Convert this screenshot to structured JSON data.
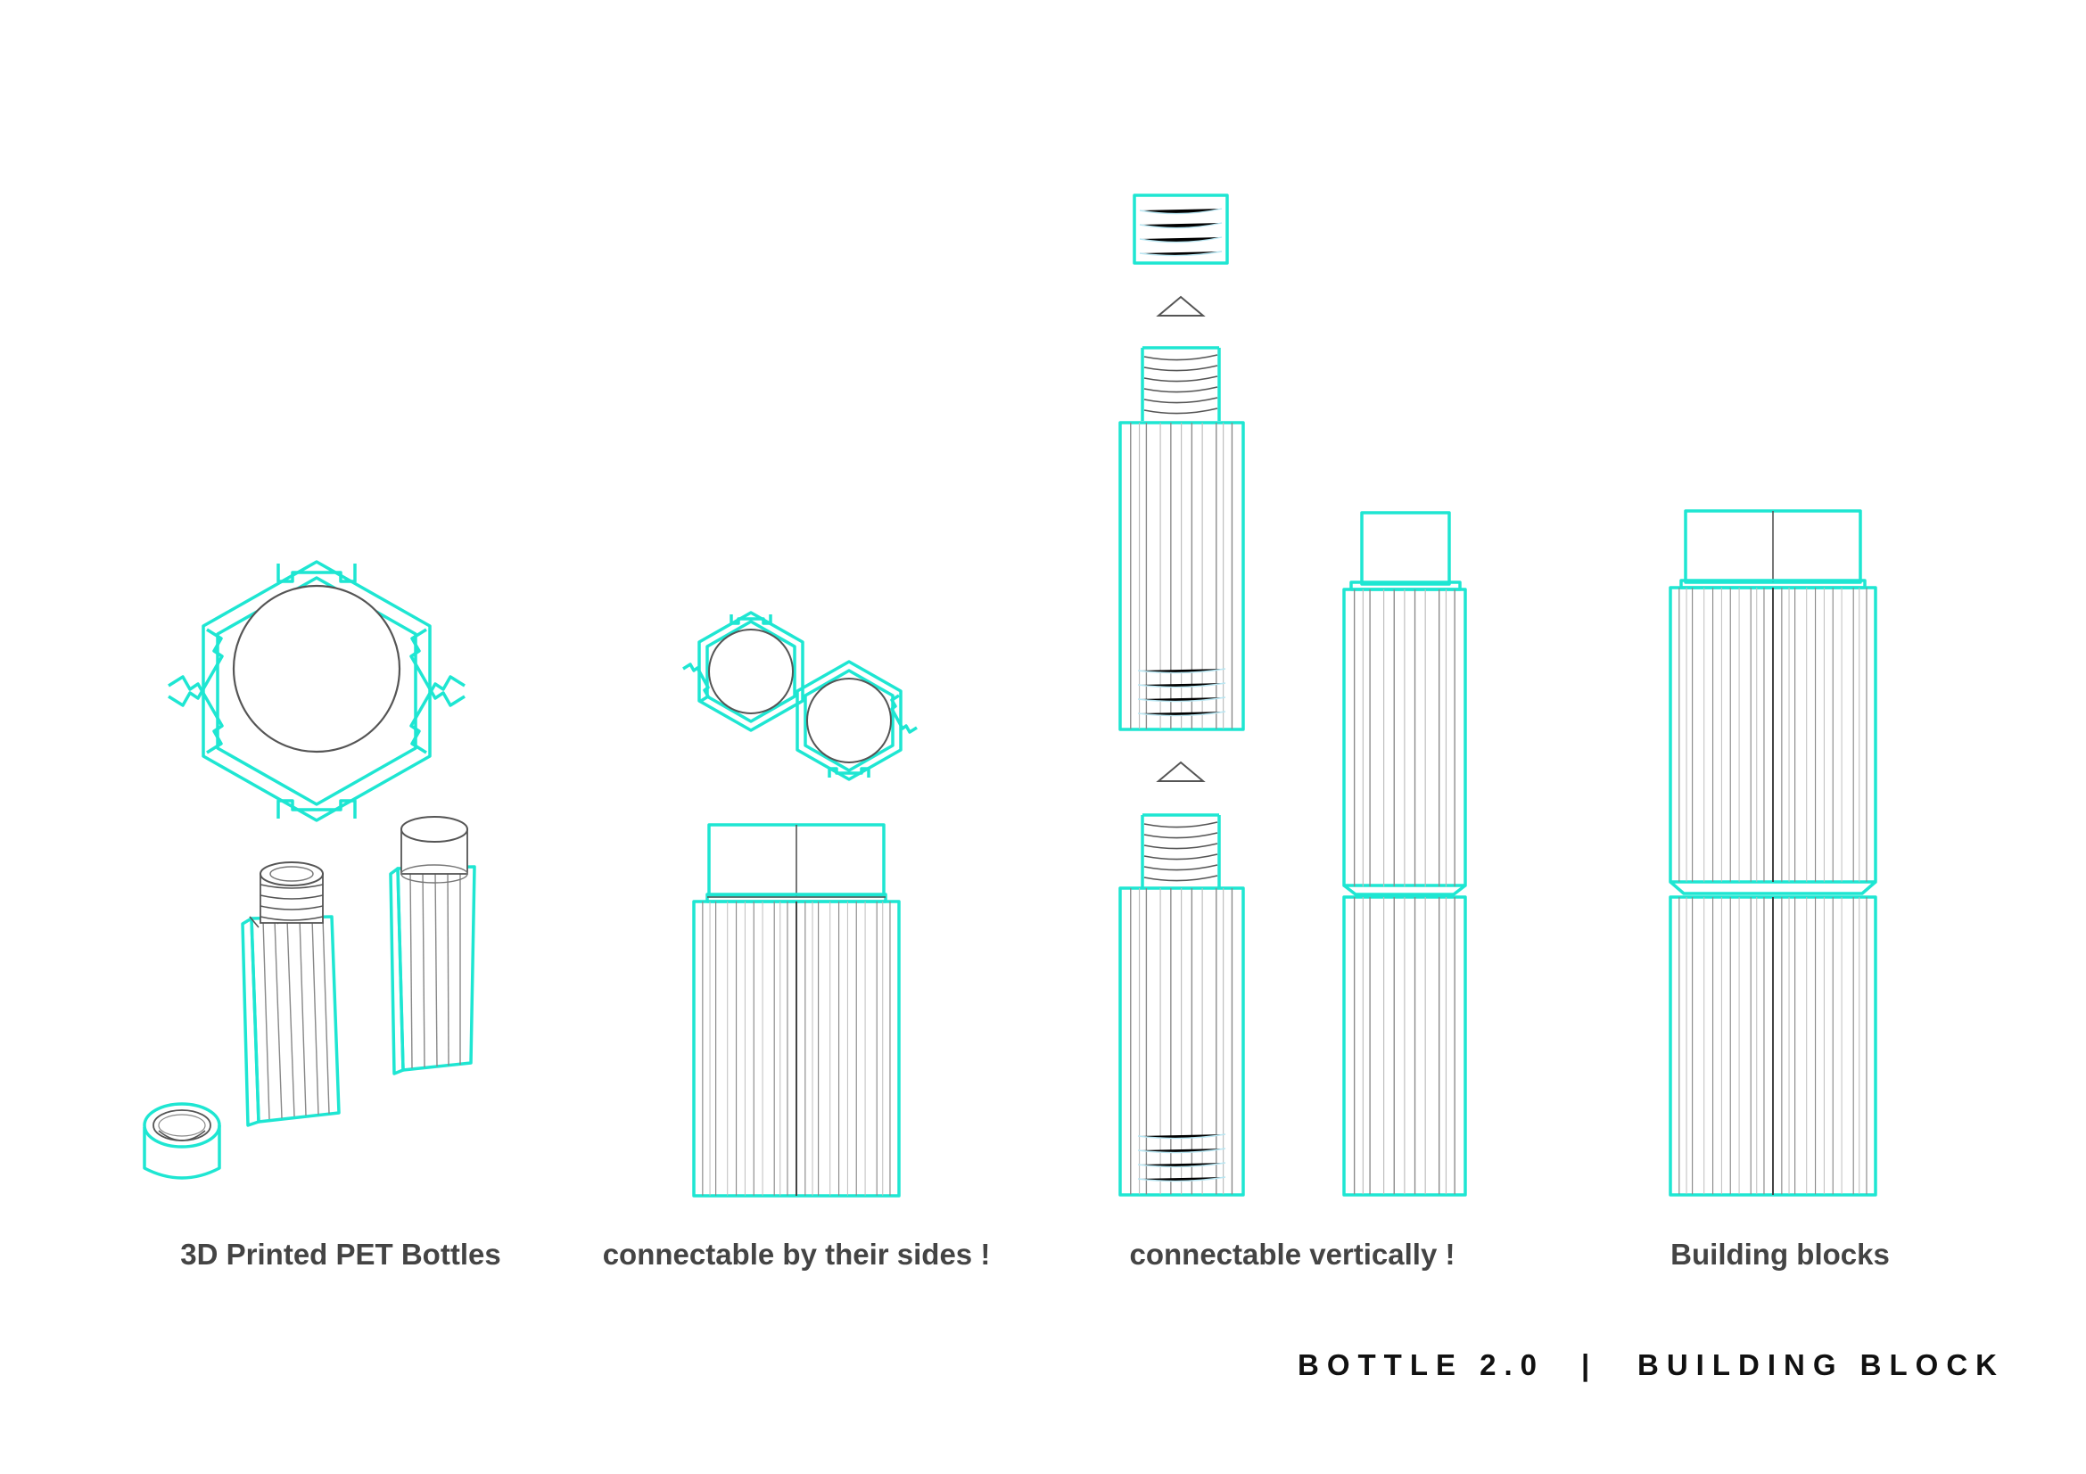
{
  "colors": {
    "accent": "#1ee6d2",
    "line": "#555555",
    "text": "#444444"
  },
  "panels": [
    {
      "caption": "3D Printed PET Bottles"
    },
    {
      "caption": "connectable by their sides !"
    },
    {
      "caption": "connectable vertically !"
    },
    {
      "caption": "Building blocks"
    }
  ],
  "footer": {
    "left": "BOTTLE 2.0",
    "separator": "|",
    "right": "BUILDING BLOCK"
  }
}
